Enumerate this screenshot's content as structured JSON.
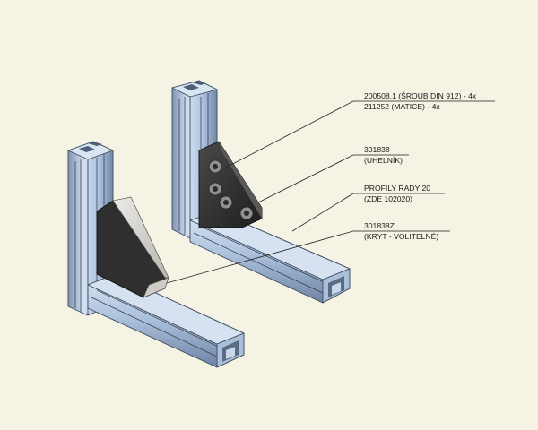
{
  "callouts": [
    {
      "id": "screw",
      "lines": [
        "200508.1 (ŠROUB DIN 912) - 4x",
        "211252 (MATICE) - 4x"
      ]
    },
    {
      "id": "bracket",
      "lines": [
        "301838",
        "(UHELNÍK)"
      ]
    },
    {
      "id": "profiles",
      "lines": [
        "PROFILY ŘADY 20",
        "(ZDE 102020)"
      ]
    },
    {
      "id": "cover",
      "lines": [
        "301838Z",
        "(KRYT - VOLITELNÉ)"
      ]
    }
  ],
  "colors": {
    "background": "#f4f3e4",
    "profile_light": "#c9d9ee",
    "profile_mid": "#9fb6d4",
    "profile_dark": "#6f84a3",
    "bracket_dark": "#2c2c2c",
    "cover_light": "#d6d3cd"
  }
}
